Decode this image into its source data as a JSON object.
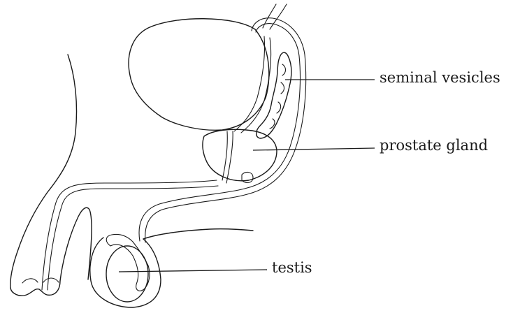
{
  "labels": {
    "seminal_vesicles": "seminal vesicles",
    "prostate_gland": "prostate gland",
    "testis": "testis"
  },
  "colors": {
    "ink": "#1a1a1a",
    "background": "#ffffff"
  }
}
